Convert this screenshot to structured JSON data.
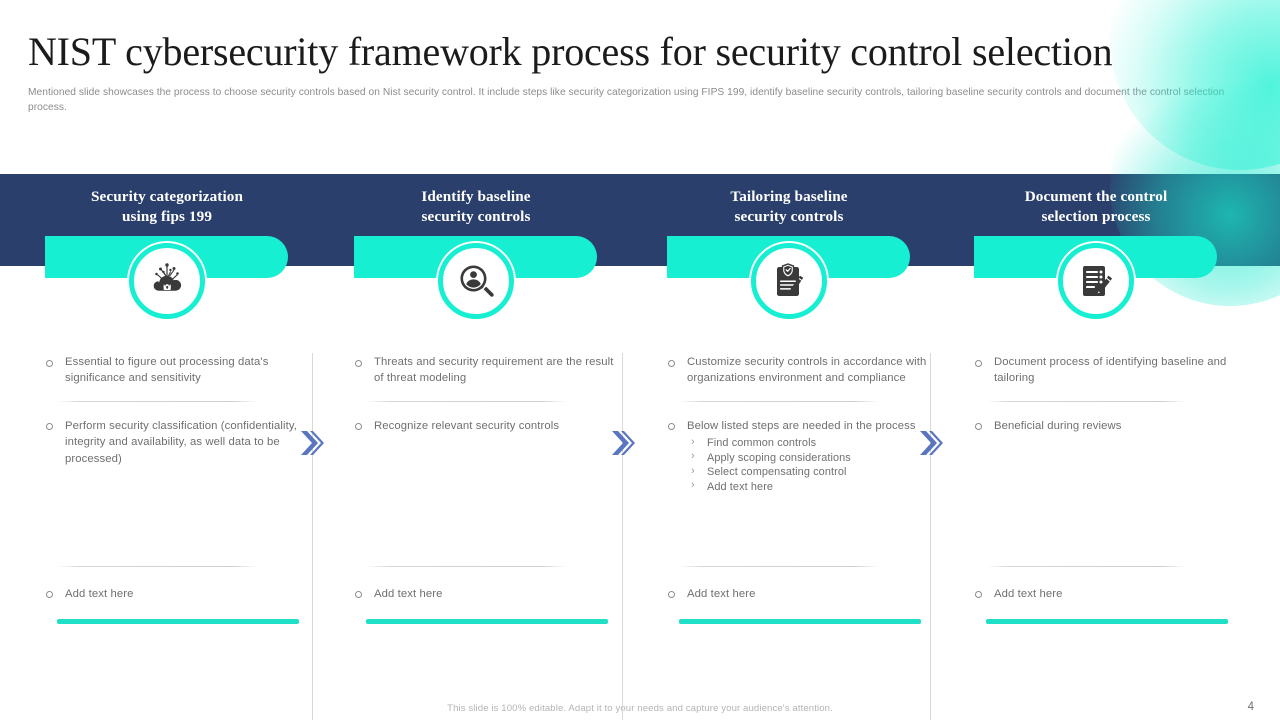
{
  "slide": {
    "title": "NIST cybersecurity framework process for security control selection",
    "subtitle": "Mentioned slide showcases the process to choose security controls based on Nist security control. It include steps like security categorization using FIPS 199, identify baseline security controls, tailoring baseline security controls and document the control selection process.",
    "footer_note": "This slide is 100% editable. Adapt it to your needs and capture your audience's attention.",
    "page_number": "4"
  },
  "colors": {
    "navy": "#2b3f6c",
    "teal": "#17efd2",
    "teal_bar": "#1fdfc6",
    "arrow_blue": "#5b76c0",
    "body_text": "#6f6f6f",
    "title_text": "#1b1b1b"
  },
  "arrows": [
    {
      "name": "step-arrow-1",
      "glyph": "double-chevron-right-icon"
    },
    {
      "name": "step-arrow-2",
      "glyph": "double-chevron-right-icon"
    },
    {
      "name": "step-arrow-3",
      "glyph": "double-chevron-right-icon"
    }
  ],
  "columns": [
    {
      "title": "Security categorization using fips 199",
      "title_line1": "Security categorization",
      "title_line2": "using fips 199",
      "icon": "cloud-lock-network-icon",
      "bullets": [
        {
          "text": "Essential to figure out processing data's significance and sensitivity"
        },
        {
          "text": "Perform security classification (confidentiality, integrity and availability, as well data to be processed)"
        }
      ],
      "footer_bullet": "Add text here"
    },
    {
      "title": "Identify baseline security controls",
      "title_line1": "Identify baseline",
      "title_line2": "security controls",
      "icon": "magnifier-person-icon",
      "bullets": [
        {
          "text": "Threats and security requirement are the result of threat modeling"
        },
        {
          "text": "Recognize relevant security controls"
        }
      ],
      "footer_bullet": "Add text here"
    },
    {
      "title": "Tailoring baseline security controls",
      "title_line1": "Tailoring baseline",
      "title_line2": "security controls",
      "icon": "clipboard-shield-pen-icon",
      "bullets": [
        {
          "text": "Customize security controls in accordance with organizations environment and compliance"
        },
        {
          "text": "Below listed steps are needed in the process",
          "sub_items": [
            "Find common controls",
            "Apply scoping considerations",
            "Select compensating control",
            "Add text here"
          ]
        }
      ],
      "footer_bullet": "Add text here"
    },
    {
      "title": "Document the control selection process",
      "title_line1": "Document the control",
      "title_line2": "selection process",
      "icon": "notepad-pencil-icon",
      "bullets": [
        {
          "text": "Document process of identifying baseline and tailoring"
        },
        {
          "text": "Beneficial during reviews"
        }
      ],
      "footer_bullet": "Add text here"
    }
  ]
}
